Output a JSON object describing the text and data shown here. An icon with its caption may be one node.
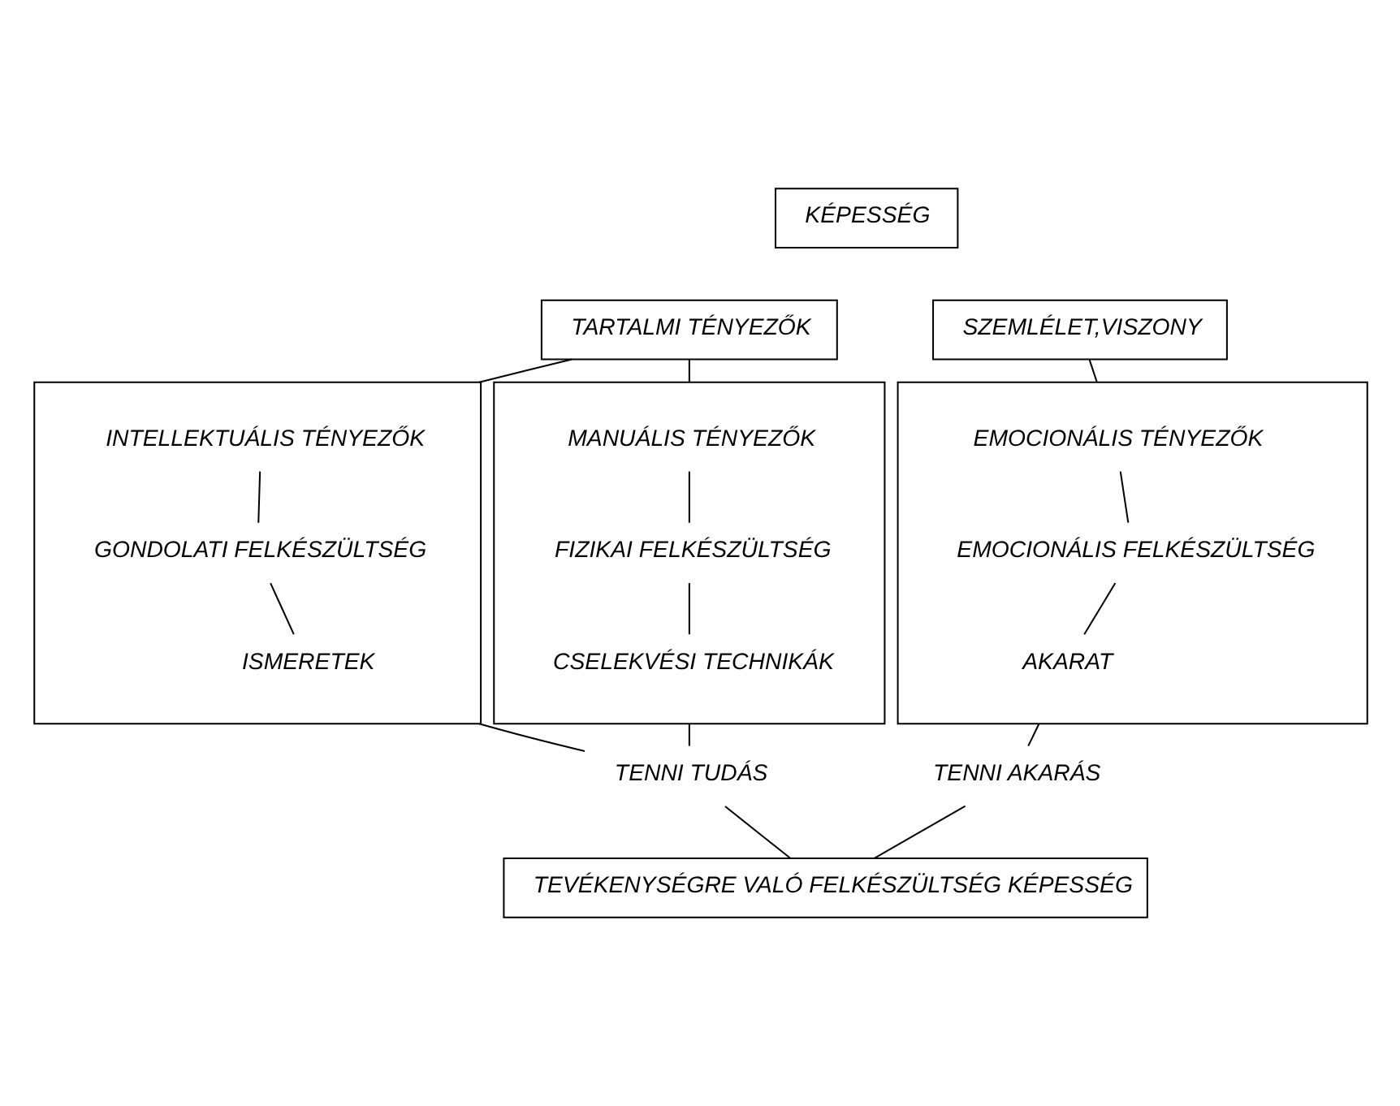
{
  "diagram": {
    "nodes": [
      {
        "text": [
          "KÉPESSÉG"
        ]
      },
      {
        "text": [
          "TARTALMI TÉNYEZŐK"
        ]
      },
      {
        "text": [
          "SZEMLÉLET,VISZONY"
        ]
      },
      {
        "text": [],
        "shape": "box"
      },
      {
        "text": [
          "INTELLEKTUÁLIS TÉNYEZŐK"
        ],
        "in": 3
      },
      {
        "text": [
          "GONDOLATI FELKÉSZÜLTSÉG"
        ],
        "in": 3
      },
      {
        "text": [
          "ISMERETEK"
        ],
        "in": 3
      },
      {
        "text": [],
        "shape": "box"
      },
      {
        "text": [
          "MANUÁLIS TÉNYEZŐK"
        ],
        "in": 7
      },
      {
        "text": [
          "FIZIKAI FELKÉSZÜLTSÉG"
        ],
        "in": 7
      },
      {
        "text": [
          "CSELEKVÉSI TECHNIKÁK"
        ],
        "in": 7
      },
      {
        "text": [],
        "shape": "box"
      },
      {
        "text": [
          "EMOCIONÁLIS TÉNYEZŐK"
        ],
        "in": 11
      },
      {
        "text": [
          "EMOCIONÁLIS FELKÉSZÜLTSÉG"
        ],
        "in": 11
      },
      {
        "text": [
          "AKARAT"
        ],
        "in": 11
      },
      {
        "text": [
          "TENNI TUDÁS"
        ]
      },
      {
        "text": [
          "TENNI AKARÁS"
        ]
      },
      {
        "text": [
          "TEVÉKENYSÉGRE VALÓ FELKÉSZÜLTSÉG KÉPESSÉG"
        ]
      }
    ],
    "edges": [
      {
        "from": 1,
        "to": 3,
        "arrow": "none"
      },
      {
        "from": 1,
        "to": 7,
        "arrow": "none"
      },
      {
        "from": 2,
        "to": 11,
        "arrow": "none"
      },
      {
        "from": 4,
        "to": 5,
        "arrow": "none"
      },
      {
        "from": 5,
        "to": 6,
        "arrow": "none"
      },
      {
        "from": 8,
        "to": 9,
        "arrow": "none"
      },
      {
        "from": 9,
        "to": 10,
        "arrow": "none"
      },
      {
        "from": 12,
        "to": 13,
        "arrow": "none"
      },
      {
        "from": 13,
        "to": 14,
        "arrow": "none"
      },
      {
        "from": 3,
        "to": 15,
        "arrow": "none"
      },
      {
        "from": 7,
        "to": 15,
        "arrow": "none"
      },
      {
        "from": 11,
        "to": 16,
        "arrow": "none"
      },
      {
        "from": 15,
        "to": 17,
        "arrow": "none"
      },
      {
        "from": 16,
        "to": 17,
        "arrow": "none"
      }
    ]
  }
}
